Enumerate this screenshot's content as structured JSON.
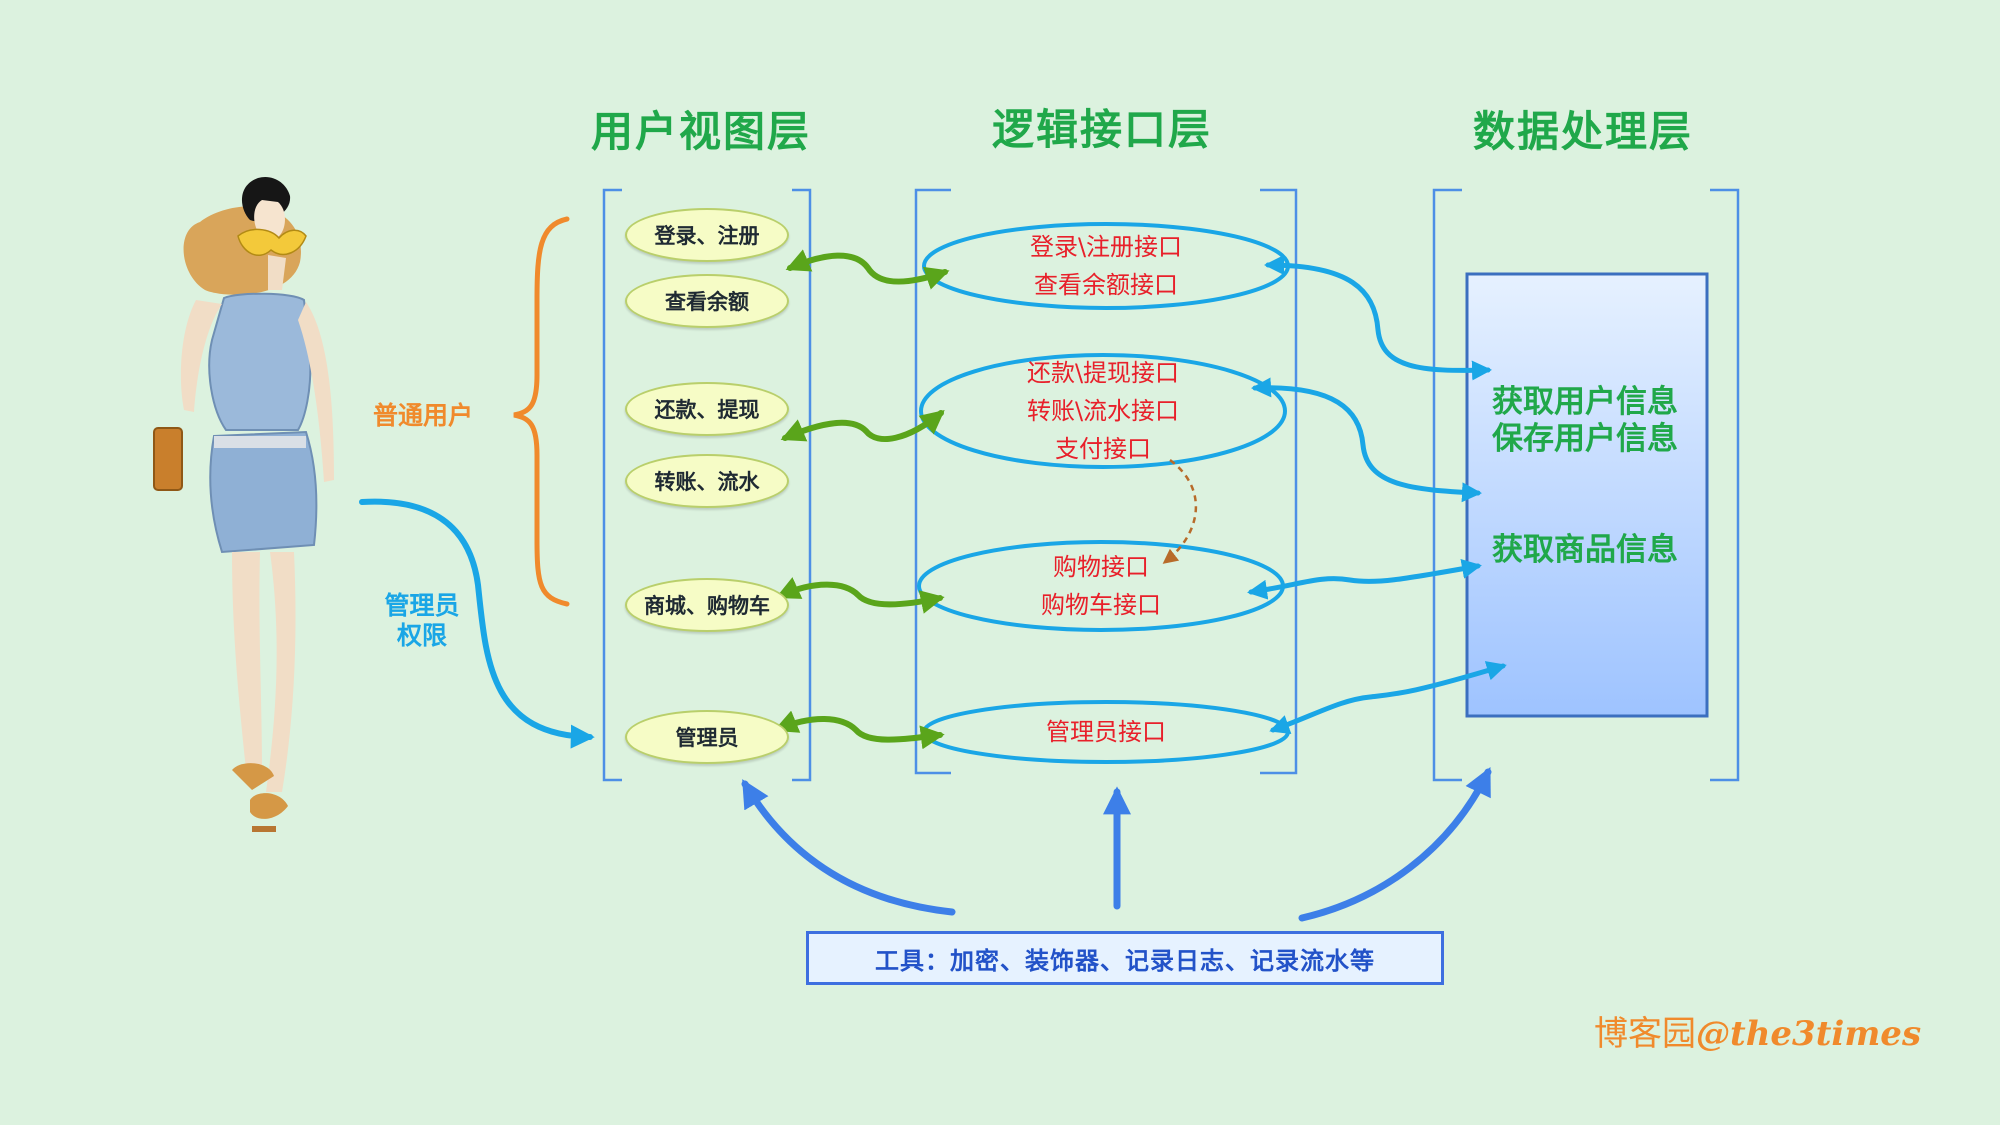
{
  "layers": {
    "view": "用户视图层",
    "logic": "逻辑接口层",
    "data": "数据处理层"
  },
  "view_items": [
    "登录、注册",
    "查看余额",
    "还款、提现",
    "转账、流水",
    "商城、购物车",
    "管理员"
  ],
  "interfaces": [
    [
      "登录\\注册接口",
      "查看余额接口"
    ],
    [
      "还款\\提现接口",
      "转账\\流水接口",
      "支付接口"
    ],
    [
      "购物接口",
      "购物车接口"
    ],
    [
      "管理员接口"
    ]
  ],
  "data_items": [
    "获取用户信息",
    "保存用户信息",
    "获取商品信息"
  ],
  "labels": {
    "normal_user": "普通用户",
    "admin_line1": "管理员",
    "admin_line2": "权限"
  },
  "tools": "工具：加密、装饰器、记录日志、记录流水等",
  "watermark": {
    "prefix": "博客园",
    "handle": "@the3times"
  },
  "colors": {
    "background": "#dcf2df",
    "layer_title": "#20a84a",
    "interface_text": "#e8202a",
    "green_arrow": "#5aa51b",
    "blue_arrow": "#1aa6e6",
    "tools_arrow": "#3d7fe8",
    "brace": "#f08a2c",
    "watermark": "#f08a2c"
  },
  "icons": {
    "user_figure": "woman-figure-icon"
  }
}
